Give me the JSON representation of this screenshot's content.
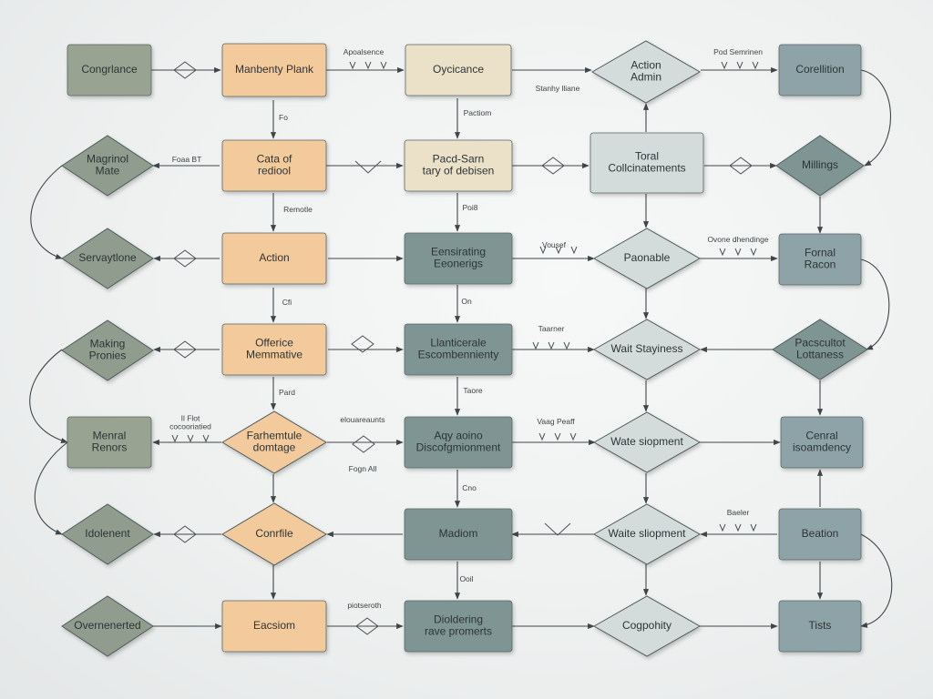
{
  "colors": {
    "peach": "#f3ca9c",
    "cream": "#ebe1c9",
    "slate": "#7e9593",
    "slate_blue": "#8ea3a8",
    "pale": "#d3dcda",
    "olive": "#98a391",
    "olive_diamond": "#8f9c8e"
  },
  "nodes": [
    {
      "id": "n1",
      "label": "Congrlance"
    },
    {
      "id": "n2",
      "label": "Manbenty Plank"
    },
    {
      "id": "n3",
      "label": "Oycicance"
    },
    {
      "id": "n4",
      "label": "Action\nAdmin"
    },
    {
      "id": "n5",
      "label": "Corellition"
    },
    {
      "id": "n6",
      "label": "Magrinol\nMate"
    },
    {
      "id": "n7",
      "label": "Cata of\nrediool"
    },
    {
      "id": "n8",
      "label": "Pacd-Sarn\ntary of debisen"
    },
    {
      "id": "n9",
      "label": "Toral\nCollcinatements"
    },
    {
      "id": "n10",
      "label": "Millings"
    },
    {
      "id": "n11",
      "label": "Servaytlone"
    },
    {
      "id": "n12",
      "label": "Action"
    },
    {
      "id": "n13",
      "label": "Eensirating\nEeonerigs"
    },
    {
      "id": "n14",
      "label": "Paonable"
    },
    {
      "id": "n15",
      "label": "Fornal\nRacon"
    },
    {
      "id": "n16",
      "label": "Making\nPronies"
    },
    {
      "id": "n17",
      "label": "Offerice\nMemmative"
    },
    {
      "id": "n18",
      "label": "Llanticerale\nEscombennienty"
    },
    {
      "id": "n19",
      "label": "Wait Stayiness"
    },
    {
      "id": "n20",
      "label": "Pacscultot\nLottaness"
    },
    {
      "id": "n21",
      "label": "Menral\nRenors"
    },
    {
      "id": "n22",
      "label": "Farhemtule\ndomtage"
    },
    {
      "id": "n23",
      "label": "Aqy aoino\nDiscofgmionment"
    },
    {
      "id": "n24",
      "label": "Wate siopment"
    },
    {
      "id": "n25",
      "label": "Cenral\nisoamdency"
    },
    {
      "id": "n26",
      "label": "Idolenent"
    },
    {
      "id": "n27",
      "label": "Conrfile"
    },
    {
      "id": "n28",
      "label": "Madiom"
    },
    {
      "id": "n29",
      "label": "Waite sliopment"
    },
    {
      "id": "n30",
      "label": "Beation"
    },
    {
      "id": "n31",
      "label": "Overnenerted"
    },
    {
      "id": "n32",
      "label": "Eacsiom"
    },
    {
      "id": "n33",
      "label": "Dioldering\nrave promerts"
    },
    {
      "id": "n34",
      "label": "Cogpohity"
    },
    {
      "id": "n35",
      "label": "Tists"
    }
  ],
  "edge_labels": [
    {
      "id": "l1",
      "text": "Apoalsence"
    },
    {
      "id": "l2",
      "text": "Stanhy lliane"
    },
    {
      "id": "l3",
      "text": "Pod Semrinen"
    },
    {
      "id": "l4",
      "text": "Fo"
    },
    {
      "id": "l5",
      "text": "Pactiom"
    },
    {
      "id": "l6",
      "text": "Foaa BT"
    },
    {
      "id": "l7",
      "text": "Remotle"
    },
    {
      "id": "l8",
      "text": "Poi8"
    },
    {
      "id": "l9",
      "text": "Vousef"
    },
    {
      "id": "l10",
      "text": "Ovone dhendinge"
    },
    {
      "id": "l11",
      "text": "Cfi"
    },
    {
      "id": "l12",
      "text": "On"
    },
    {
      "id": "l13",
      "text": "Taarner"
    },
    {
      "id": "l14",
      "text": "Pard"
    },
    {
      "id": "l15",
      "text": "Taore"
    },
    {
      "id": "l16",
      "text": "Il Flot\ncocooriatied"
    },
    {
      "id": "l17",
      "text": "elouareaunts"
    },
    {
      "id": "l18",
      "text": "Vaag Peaff"
    },
    {
      "id": "l19",
      "text": "Fogn All"
    },
    {
      "id": "l20",
      "text": "Cno"
    },
    {
      "id": "l21",
      "text": "Baeler"
    },
    {
      "id": "l22",
      "text": "Ooil"
    },
    {
      "id": "l23",
      "text": "piotseroth"
    }
  ]
}
